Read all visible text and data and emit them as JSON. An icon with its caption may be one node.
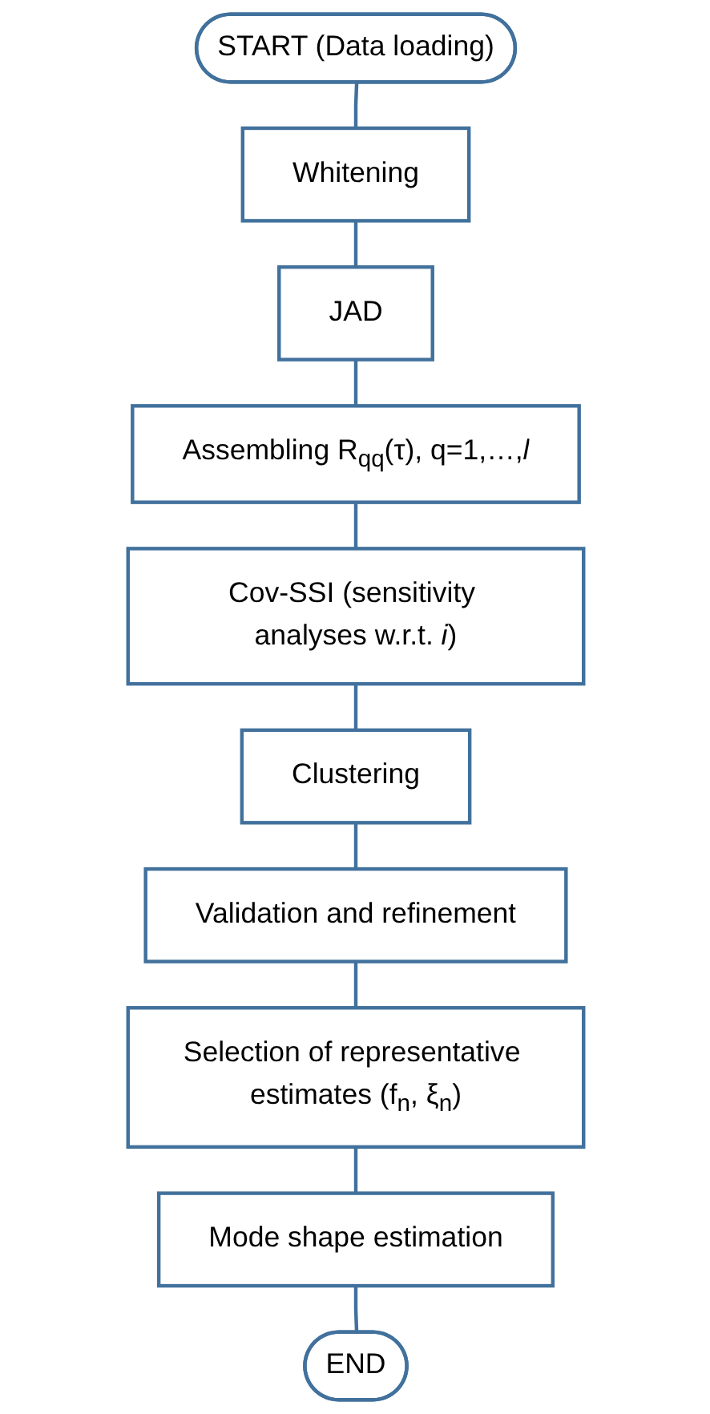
{
  "diagram": {
    "nodes": [
      {
        "text": [
          "START (Data loading)"
        ]
      },
      {
        "text": [
          "Whitening"
        ]
      },
      {
        "text": [
          "JAD"
        ]
      },
      {
        "text": [
          "Assembling R$_{qq}$(τ), q=1,…,*l*"
        ]
      },
      {
        "text": [
          "Cov-SSI (sensitivity analyses w.r.t. *i*)"
        ]
      },
      {
        "text": [
          "Clustering"
        ]
      },
      {
        "text": [
          "Validation and refinement"
        ]
      },
      {
        "text": [
          "Selection of representative estimates (f$_{n}$, ξ$_{n}$)"
        ]
      },
      {
        "text": [
          "Mode shape estimation"
        ]
      },
      {
        "text": [
          "END"
        ]
      }
    ],
    "edges": [
      {
        "from": 0,
        "to": 1,
        "arrow": "none"
      },
      {
        "from": 1,
        "to": 2,
        "arrow": "none"
      },
      {
        "from": 2,
        "to": 3,
        "arrow": "none"
      },
      {
        "from": 3,
        "to": 4,
        "arrow": "none"
      },
      {
        "from": 4,
        "to": 5,
        "arrow": "none"
      },
      {
        "from": 5,
        "to": 6,
        "arrow": "none"
      },
      {
        "from": 6,
        "to": 7,
        "arrow": "none"
      },
      {
        "from": 7,
        "to": 8,
        "arrow": "none"
      },
      {
        "from": 8,
        "to": 9,
        "arrow": "none"
      }
    ]
  }
}
